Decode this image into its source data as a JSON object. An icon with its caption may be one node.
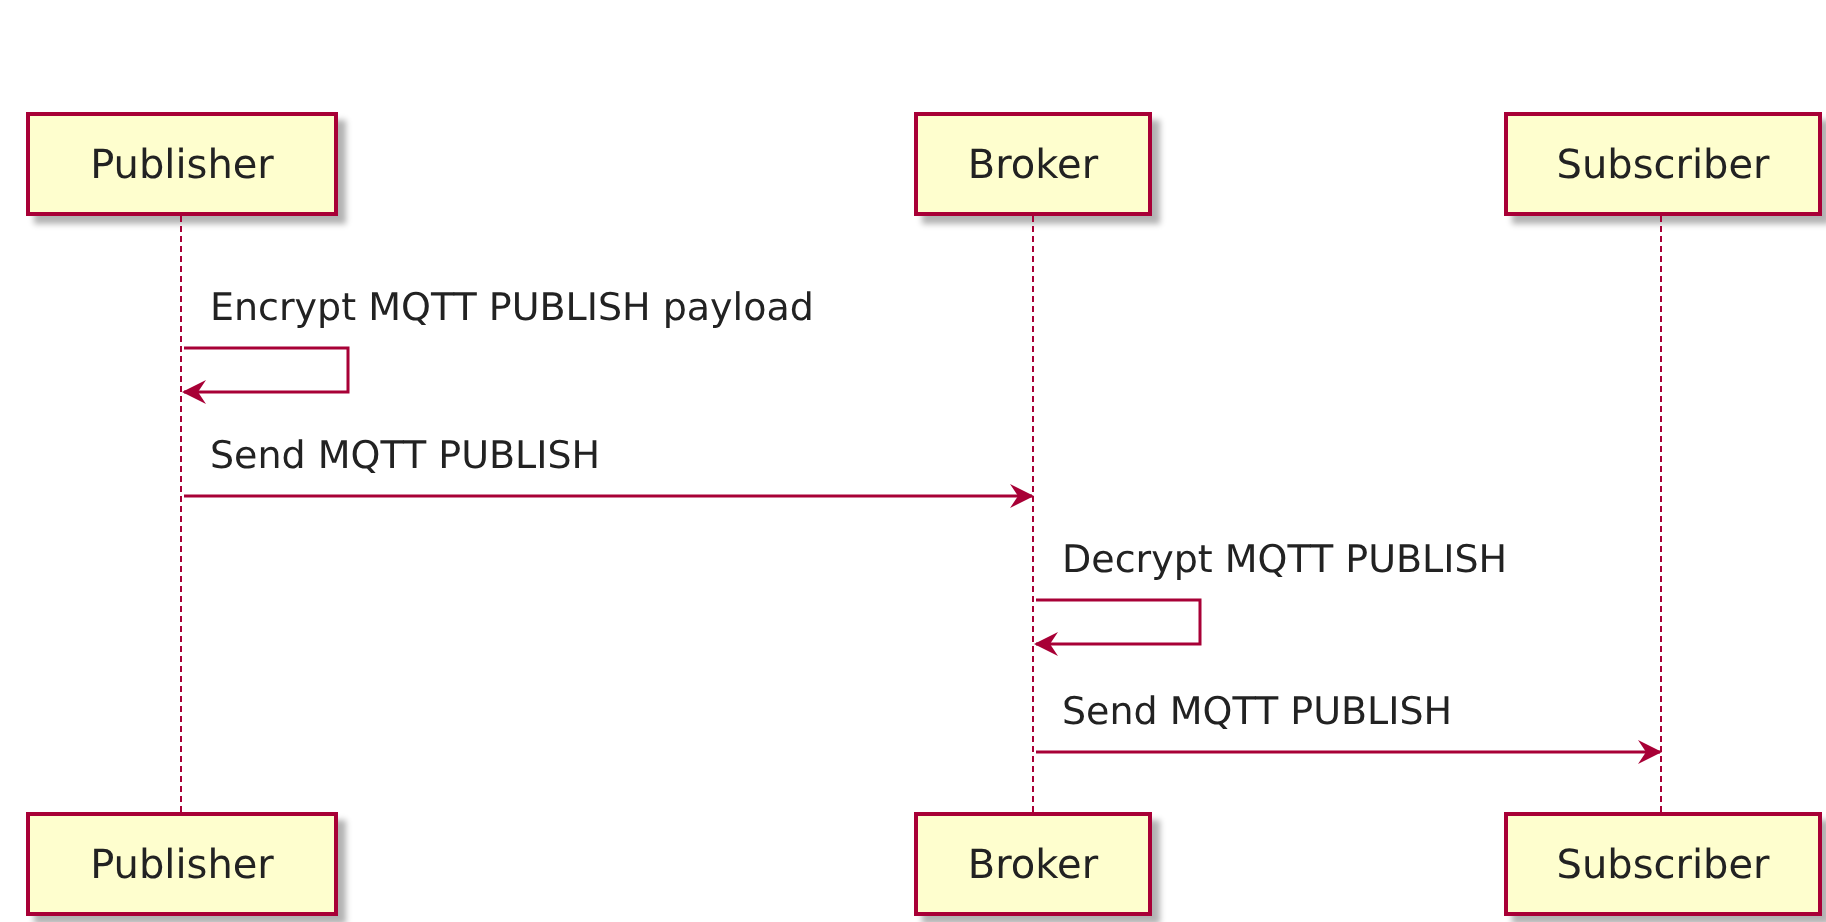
{
  "diagram": {
    "nodes": [
      {
        "text": [
          "Publisher"
        ]
      },
      {
        "text": [
          "Broker"
        ]
      },
      {
        "text": [
          "Subscriber"
        ]
      },
      {
        "text": [],
        "shape": "line"
      },
      {
        "text": [],
        "shape": "line"
      },
      {
        "text": [],
        "shape": "line"
      },
      {
        "text": [
          "Publisher"
        ]
      },
      {
        "text": [
          "Broker"
        ]
      },
      {
        "text": [
          "Subscriber"
        ]
      }
    ],
    "edges": [
      {
        "from": 3,
        "to": 3,
        "arrow": "to",
        "label": "Encrypt MQTT PUBLISH payload"
      },
      {
        "from": 3,
        "to": 4,
        "arrow": "to",
        "label": "Send MQTT PUBLISH"
      },
      {
        "from": 4,
        "to": 4,
        "arrow": "to",
        "label": "Decrypt MQTT PUBLISH"
      },
      {
        "from": 4,
        "to": 5,
        "arrow": "to",
        "label": "Send MQTT PUBLISH"
      }
    ]
  }
}
